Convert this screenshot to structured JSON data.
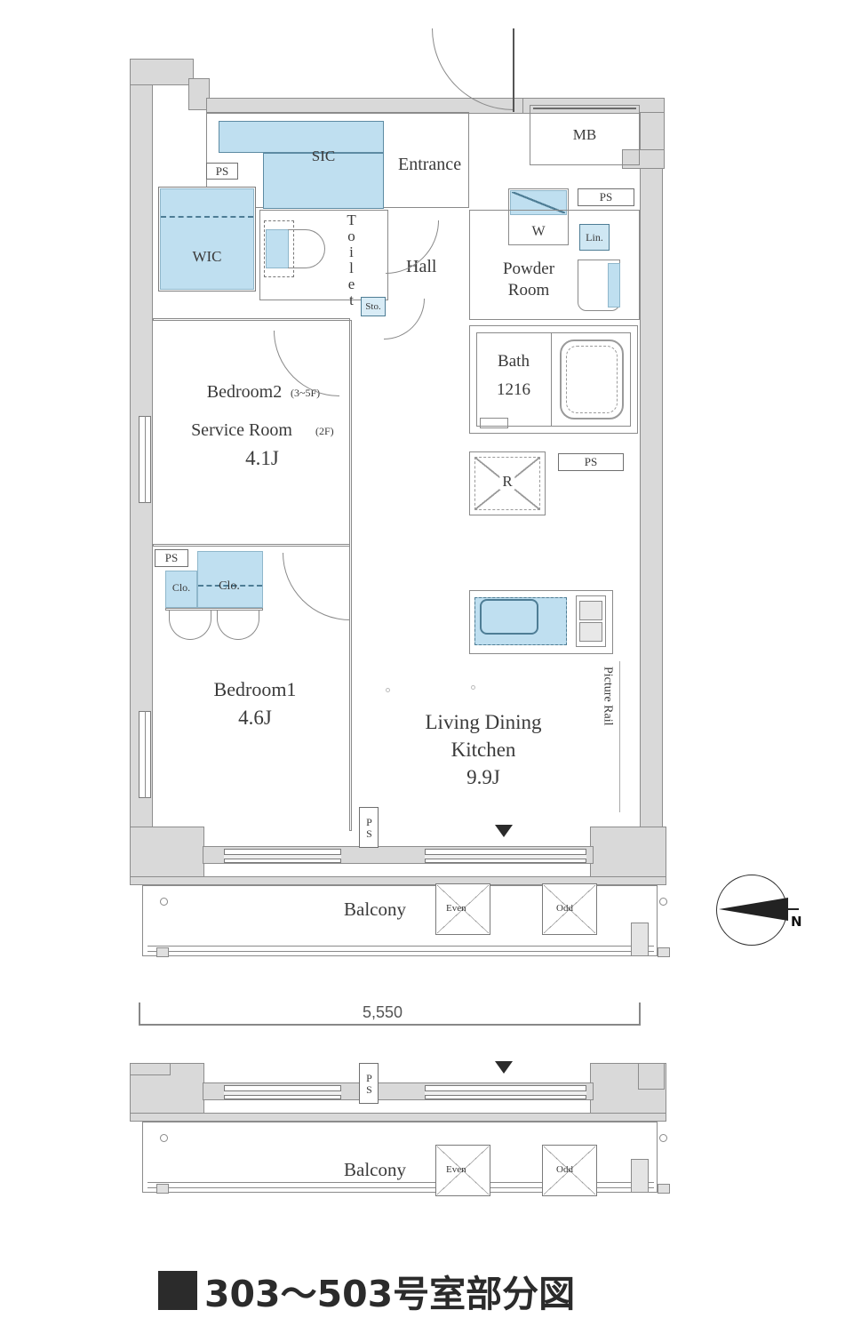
{
  "plan": {
    "title_caption": "303〜503号室部分図",
    "dimension": {
      "value": "5,550"
    },
    "compass": {
      "label": "N"
    },
    "rooms": [
      {
        "name": "Entrance",
        "label": "Entrance"
      },
      {
        "name": "Hall",
        "label": "Hall"
      },
      {
        "name": "Toilet",
        "label": "Toilet"
      },
      {
        "name": "SIC",
        "label": "SIC"
      },
      {
        "name": "WIC",
        "label": "WIC"
      },
      {
        "name": "PowderRoom",
        "label_line1": "Powder",
        "label_line2": "Room"
      },
      {
        "name": "Bath",
        "label_line1": "Bath",
        "label_line2": "1216"
      },
      {
        "name": "Bedroom2",
        "label_line1": "Bedroom2",
        "label_sup1": "(3~5F)",
        "label_line2": "Service Room",
        "label_sup2": "(2F)",
        "label_area": "4.1J"
      },
      {
        "name": "Bedroom1",
        "label_line1": "Bedroom1",
        "label_area": "4.6J"
      },
      {
        "name": "LDK",
        "label_line1": "Living Dining",
        "label_line2": "Kitchen",
        "label_area": "9.9J"
      },
      {
        "name": "BalconyTop",
        "label": "Balcony"
      },
      {
        "name": "BalconyBottom",
        "label": "Balcony"
      }
    ],
    "tags": {
      "mb": "MB",
      "ps": "PS",
      "w": "W",
      "lin": "Lin.",
      "sto": "Sto.",
      "clo": "Clo.",
      "r": "R",
      "picture_rail": "Picture Rail"
    },
    "balcony_markers": {
      "even": "Even",
      "odd": "Odd"
    },
    "colors": {
      "fixture_fill": "#bfdff0",
      "fixture_stroke": "#5d8ba3",
      "wall_fill": "#d9d9d9",
      "wall_stroke": "#8d8d8d",
      "text": "#3a3a3a",
      "caption": "#2b2b2b"
    }
  }
}
